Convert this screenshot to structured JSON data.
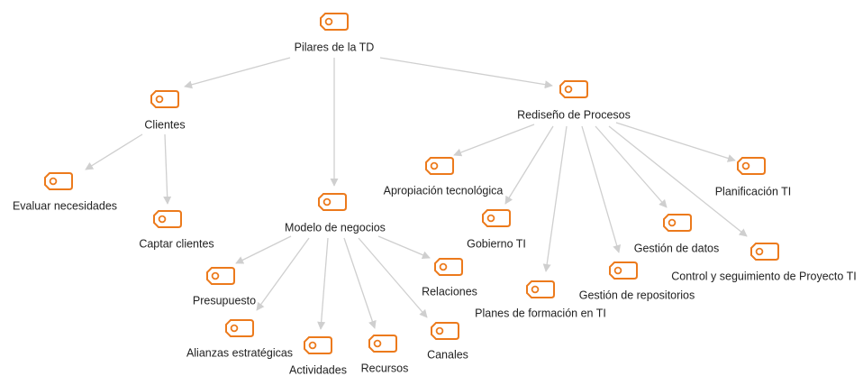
{
  "colors": {
    "accent": "#ec7a1c",
    "edge": "#cfcfcf",
    "text": "#222222",
    "background": "#ffffff"
  },
  "node_icon": "tag-icon",
  "nodes": [
    {
      "id": "pilares",
      "label": "Pilares de la TD"
    },
    {
      "id": "clientes",
      "label": "Clientes"
    },
    {
      "id": "rediseno",
      "label": "Rediseño de Procesos"
    },
    {
      "id": "evaluar",
      "label": "Evaluar necesidades"
    },
    {
      "id": "captar",
      "label": "Captar clientes"
    },
    {
      "id": "modelo",
      "label": "Modelo de negocios"
    },
    {
      "id": "presupuesto",
      "label": "Presupuesto"
    },
    {
      "id": "alianzas",
      "label": "Alianzas estratégicas"
    },
    {
      "id": "actividades",
      "label": "Actividades"
    },
    {
      "id": "recursos",
      "label": "Recursos"
    },
    {
      "id": "canales",
      "label": "Canales"
    },
    {
      "id": "relaciones",
      "label": "Relaciones"
    },
    {
      "id": "apropiacion",
      "label": "Apropiación tecnológica"
    },
    {
      "id": "gobierno",
      "label": "Gobierno TI"
    },
    {
      "id": "planes",
      "label": "Planes de formación en TI"
    },
    {
      "id": "repositorios",
      "label": "Gestión de repositorios"
    },
    {
      "id": "datos",
      "label": "Gestión de datos"
    },
    {
      "id": "control",
      "label": "Control y seguimiento de Proyecto TI"
    },
    {
      "id": "planificacion",
      "label": "Planificación TI"
    }
  ],
  "edges": [
    {
      "from": "pilares",
      "to": "clientes"
    },
    {
      "from": "pilares",
      "to": "modelo"
    },
    {
      "from": "pilares",
      "to": "rediseno"
    },
    {
      "from": "clientes",
      "to": "evaluar"
    },
    {
      "from": "clientes",
      "to": "captar"
    },
    {
      "from": "modelo",
      "to": "presupuesto"
    },
    {
      "from": "modelo",
      "to": "alianzas"
    },
    {
      "from": "modelo",
      "to": "actividades"
    },
    {
      "from": "modelo",
      "to": "recursos"
    },
    {
      "from": "modelo",
      "to": "canales"
    },
    {
      "from": "modelo",
      "to": "relaciones"
    },
    {
      "from": "rediseno",
      "to": "apropiacion"
    },
    {
      "from": "rediseno",
      "to": "gobierno"
    },
    {
      "from": "rediseno",
      "to": "planes"
    },
    {
      "from": "rediseno",
      "to": "repositorios"
    },
    {
      "from": "rediseno",
      "to": "datos"
    },
    {
      "from": "rediseno",
      "to": "control"
    },
    {
      "from": "rediseno",
      "to": "planificacion"
    }
  ]
}
